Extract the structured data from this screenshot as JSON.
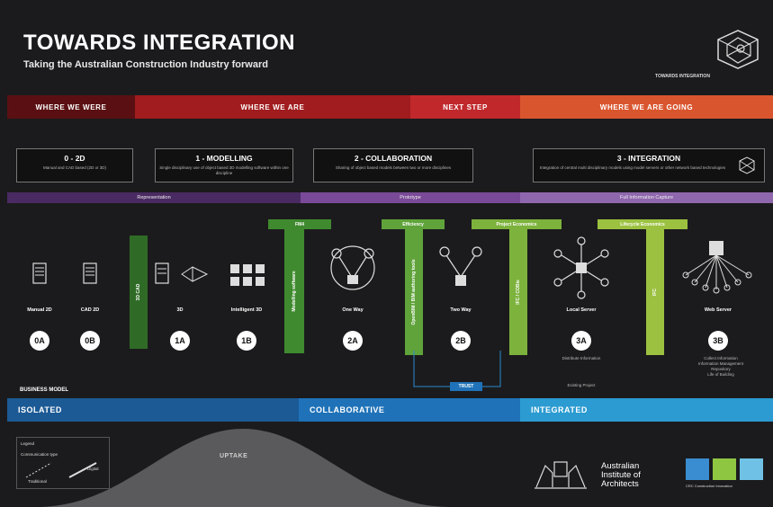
{
  "header": {
    "title": "TOWARDS INTEGRATION",
    "subtitle": "Taking the Australian Construction Industry forward",
    "logo_caption": "TOWARDS INTEGRATION"
  },
  "phases": [
    {
      "label": "WHERE WE WERE",
      "color": "#5a1012"
    },
    {
      "label": "WHERE WE ARE",
      "color": "#a01c1e"
    },
    {
      "label": "NEXT STEP",
      "color": "#c0282c"
    },
    {
      "label": "WHERE WE ARE GOING",
      "color": "#d9552e"
    }
  ],
  "stages": [
    {
      "title": "0 - 2D",
      "desc": "Manual and CAD based (2D or 3D)"
    },
    {
      "title": "1 - MODELLING",
      "desc": "Single disciplinary use of object based 3D modelling software within one discipline"
    },
    {
      "title": "2 - COLLABORATION",
      "desc": "Sharing of object based models between two or more disciplines"
    },
    {
      "title": "3 - INTEGRATION",
      "desc": "Integration of central multi disciplinary models using model servers or other network based technologies"
    }
  ],
  "categories": [
    {
      "label": "Representation",
      "color": "#4a2a62"
    },
    {
      "label": "Prototype",
      "color": "#7a4a98"
    },
    {
      "label": "Full Information Capture",
      "color": "#8f67ad"
    }
  ],
  "nodes": [
    {
      "label": "Manual 2D",
      "badge": "0A"
    },
    {
      "label": "CAD 2D",
      "badge": "0B"
    },
    {
      "label": "3D",
      "badge": "1A"
    },
    {
      "label": "Intelligent 3D",
      "badge": "1B"
    },
    {
      "label": "One Way",
      "badge": "2A"
    },
    {
      "label": "Two Way",
      "badge": "2B"
    },
    {
      "label": "Local Server",
      "badge": "3A"
    },
    {
      "label": "Web Server",
      "badge": "3B"
    }
  ],
  "columns": [
    {
      "label": "3D CAD",
      "tag": "",
      "color": "#2f6b26"
    },
    {
      "label": "Modelling software",
      "tag": "FM4",
      "color": "#3f8a2e"
    },
    {
      "label": "OpenBIM / BIM authoring tools",
      "tag": "Efficiency",
      "color": "#5fa33a"
    },
    {
      "label": "IFC / COBie",
      "tag": "Project Economics",
      "color": "#7db23c"
    },
    {
      "label": "IFC",
      "tag": "Lifecycle Economics",
      "color": "#9cc140"
    }
  ],
  "notes": {
    "trust": "TRUST",
    "local_server_note": "Distribute Information",
    "existing_project": "Existing Project",
    "web_server_note": "Collect Information\nInformation Management\nRepository\nLife of Building"
  },
  "business_model": {
    "label": "BUSINESS MODEL",
    "segments": [
      {
        "label": "ISOLATED",
        "color": "#1c5a95"
      },
      {
        "label": "COLLABORATIVE",
        "color": "#1f72b8"
      },
      {
        "label": "INTEGRATED",
        "color": "#2b9bd1"
      }
    ],
    "uptake_label": "UPTAKE"
  },
  "legend": {
    "title": "Legend",
    "subtitle": "Communication type",
    "items": [
      "Traditional",
      "Digital"
    ]
  },
  "logos": {
    "aia_lines": [
      "Australian",
      "Institute of",
      "Architects"
    ],
    "crc_caption": "CRC Construction Innovation"
  }
}
